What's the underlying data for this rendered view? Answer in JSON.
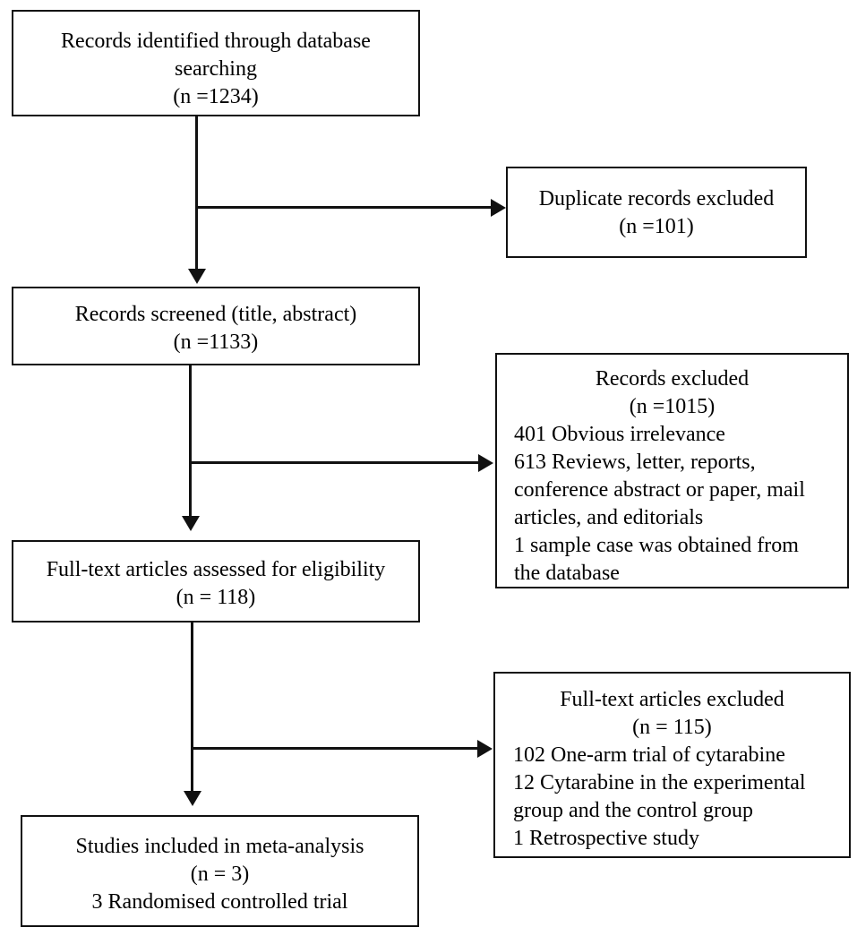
{
  "diagram": {
    "type": "prisma-flow-diagram",
    "title": "PRISMA study selection flow diagram",
    "colors": {
      "background": "#ffffff",
      "line": "#111111",
      "text": "#000000"
    },
    "nodes": {
      "identification": {
        "label": "Records identified through database searching",
        "lines": [
          "Records identified through database",
          "searching",
          "(n =1234)"
        ],
        "count_text": "(n =1234)",
        "count": 1234
      },
      "duplicates_excluded": {
        "label": "Duplicate records excluded",
        "lines": [
          "Duplicate records excluded",
          "(n =101)"
        ],
        "count_text": "(n =101)",
        "count": 101
      },
      "screened": {
        "label": "Records screened (title, abstract)",
        "lines": [
          "Records screened (title, abstract)",
          "(n =1133)"
        ],
        "count_text": "(n =1133)",
        "count": 1133
      },
      "records_excluded": {
        "label": "Records excluded",
        "header_lines": [
          "Records excluded",
          "(n =1015)"
        ],
        "count_text": "(n =1015)",
        "count": 1015,
        "reason_lines": [
          "401 Obvious irrelevance",
          "613 Reviews, letter, reports,",
          "conference abstract or paper, mail",
          "articles, and editorials",
          "1 sample case was obtained from",
          "the database"
        ]
      },
      "eligibility": {
        "label": "Full-text articles assessed for eligibility",
        "lines": [
          "Full-text articles assessed for eligibility",
          "(n = 118)"
        ],
        "count_text": "(n = 118)",
        "count": 118
      },
      "fulltext_excluded": {
        "label": "Full-text articles excluded",
        "header_lines": [
          "Full-text articles excluded",
          "(n = 115)"
        ],
        "count_text": "(n = 115)",
        "count": 115,
        "reason_lines": [
          "102 One-arm  trial of cytarabine",
          "12 Cytarabine  in the experimental",
          "group and the control group",
          "1 Retrospective study"
        ]
      },
      "included": {
        "label": "Studies included in meta-analysis",
        "lines": [
          "Studies included in meta-analysis",
          "(n = 3)",
          "3 Randomised controlled trial"
        ],
        "count_text": "(n = 3)",
        "count": 3,
        "detail_text": "3 Randomised controlled trial"
      }
    },
    "connectors": [
      {
        "name": "identification-to-screened",
        "kind": "arrow-down"
      },
      {
        "name": "identification-to-duplicates",
        "kind": "arrow-right"
      },
      {
        "name": "screened-to-eligibility",
        "kind": "arrow-down"
      },
      {
        "name": "screened-to-records-excluded",
        "kind": "arrow-right"
      },
      {
        "name": "eligibility-to-included",
        "kind": "arrow-down"
      },
      {
        "name": "eligibility-to-fulltext-excluded",
        "kind": "arrow-right"
      }
    ]
  }
}
